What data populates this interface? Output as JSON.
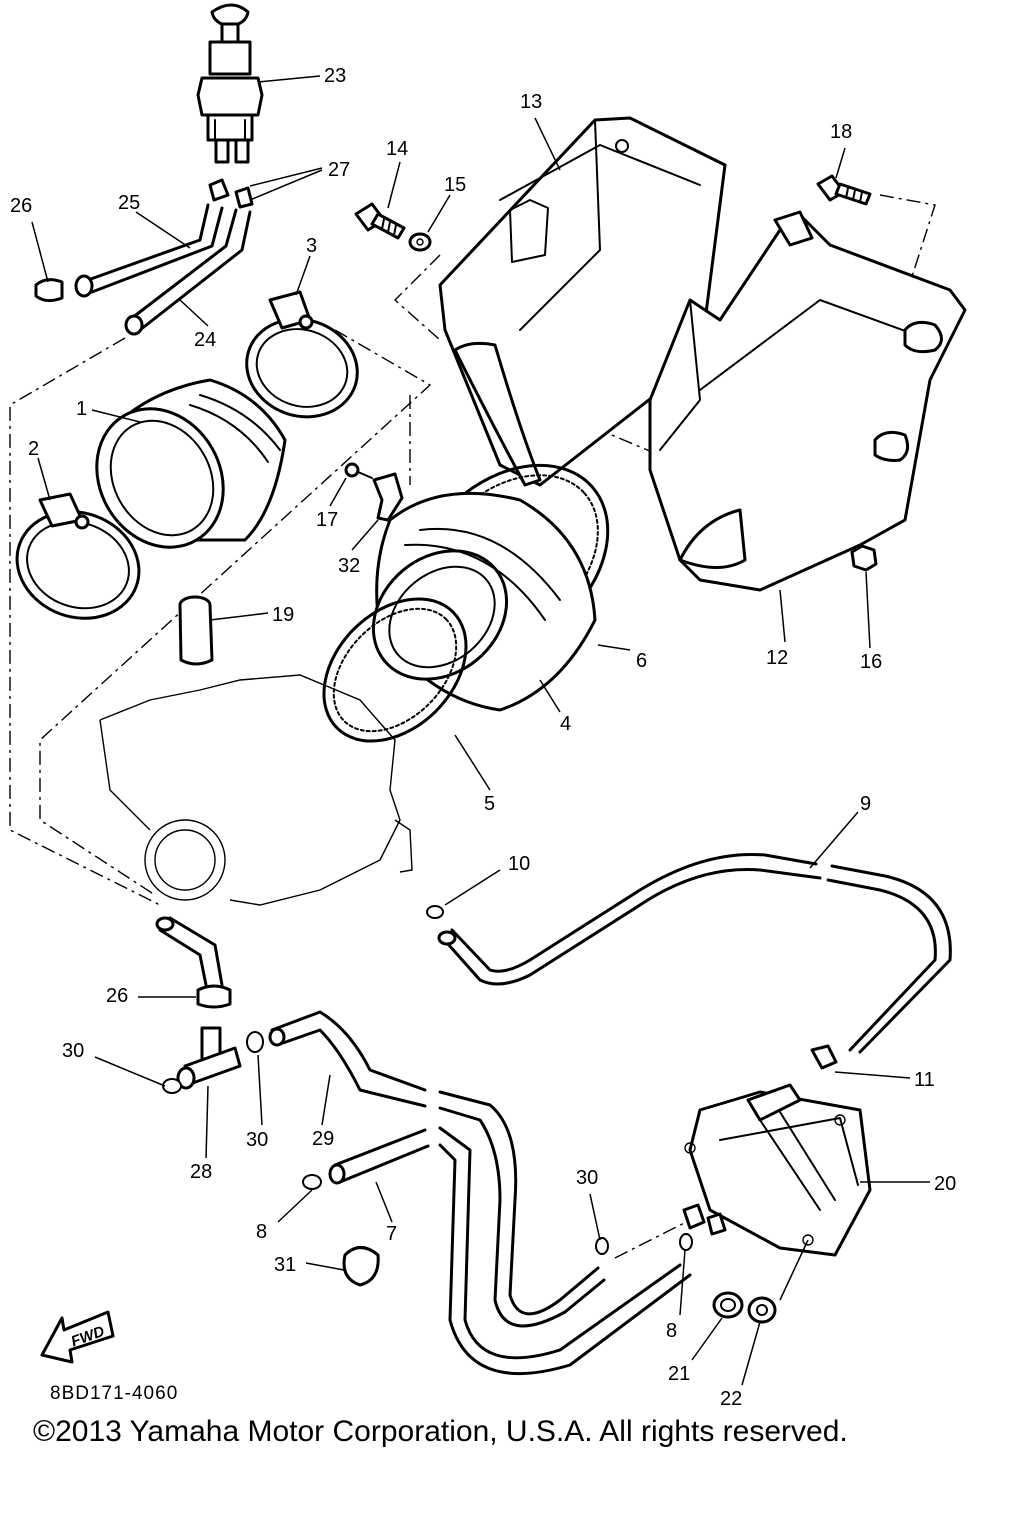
{
  "diagram": {
    "callouts": [
      {
        "id": "p1",
        "text": "1"
      },
      {
        "id": "p2",
        "text": "2"
      },
      {
        "id": "p3",
        "text": "3"
      },
      {
        "id": "p4",
        "text": "4"
      },
      {
        "id": "p5",
        "text": "5"
      },
      {
        "id": "p6",
        "text": "6"
      },
      {
        "id": "p7",
        "text": "7"
      },
      {
        "id": "p8a",
        "text": "8"
      },
      {
        "id": "p8b",
        "text": "8"
      },
      {
        "id": "p9",
        "text": "9"
      },
      {
        "id": "p10",
        "text": "10"
      },
      {
        "id": "p11",
        "text": "11"
      },
      {
        "id": "p12",
        "text": "12"
      },
      {
        "id": "p13",
        "text": "13"
      },
      {
        "id": "p14",
        "text": "14"
      },
      {
        "id": "p15",
        "text": "15"
      },
      {
        "id": "p16",
        "text": "16"
      },
      {
        "id": "p17",
        "text": "17"
      },
      {
        "id": "p18",
        "text": "18"
      },
      {
        "id": "p19",
        "text": "19"
      },
      {
        "id": "p20",
        "text": "20"
      },
      {
        "id": "p21",
        "text": "21"
      },
      {
        "id": "p22",
        "text": "22"
      },
      {
        "id": "p23",
        "text": "23"
      },
      {
        "id": "p24",
        "text": "24"
      },
      {
        "id": "p25",
        "text": "25"
      },
      {
        "id": "p26a",
        "text": "26"
      },
      {
        "id": "p26b",
        "text": "26"
      },
      {
        "id": "p27",
        "text": "27"
      },
      {
        "id": "p28",
        "text": "28"
      },
      {
        "id": "p29",
        "text": "29"
      },
      {
        "id": "p30a",
        "text": "30"
      },
      {
        "id": "p30b",
        "text": "30"
      },
      {
        "id": "p30c",
        "text": "30"
      },
      {
        "id": "p31",
        "text": "31"
      },
      {
        "id": "p32",
        "text": "32"
      }
    ],
    "fwd_label": "FWD",
    "catalog_number": "8BD171-4060",
    "copyright": "©2013 Yamaha Motor Corporation, U.S.A. All rights reserved."
  }
}
